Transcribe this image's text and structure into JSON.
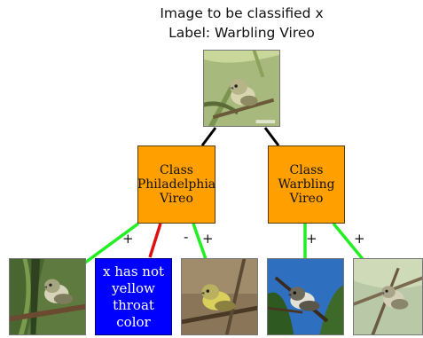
{
  "title": {
    "line1": "Image to be classified x",
    "line2": "Label: Warbling Vireo"
  },
  "classes": [
    {
      "line1": "Class",
      "line2": "Philadelphia",
      "line3": "Vireo"
    },
    {
      "line1": "Class",
      "line2": "Warbling",
      "line3": "Vireo"
    }
  ],
  "concept_box": {
    "line1": "x has not",
    "line2": "yellow",
    "line3": "throat",
    "line4": "color",
    "color": "#0000ff"
  },
  "signs": {
    "plus": "+",
    "minus": "-"
  },
  "colors": {
    "class_box": "#ff9f00",
    "positive_edge": "#22ee22",
    "negative_edge": "#dd1111",
    "tree_edge": "#000000"
  }
}
